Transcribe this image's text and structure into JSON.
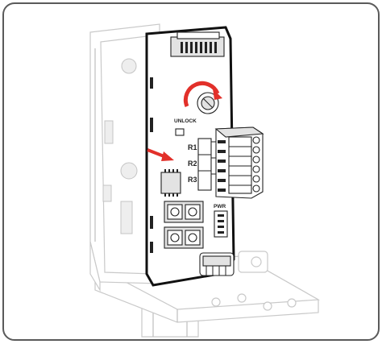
{
  "labels": {
    "unlock": "UNLOCK",
    "relay_1": "R1",
    "relay_2": "R2",
    "relay_3": "R3",
    "pwr": "PWR"
  },
  "colors": {
    "arrow": "#e2302a",
    "board_outline": "#111111",
    "ghost_outline": "#c9c9c9",
    "frame_border": "#5a5a5a"
  },
  "icons": {
    "unlock_arrow": "curved-arrow-icon",
    "insert_arrow": "arrow-right-icon"
  }
}
